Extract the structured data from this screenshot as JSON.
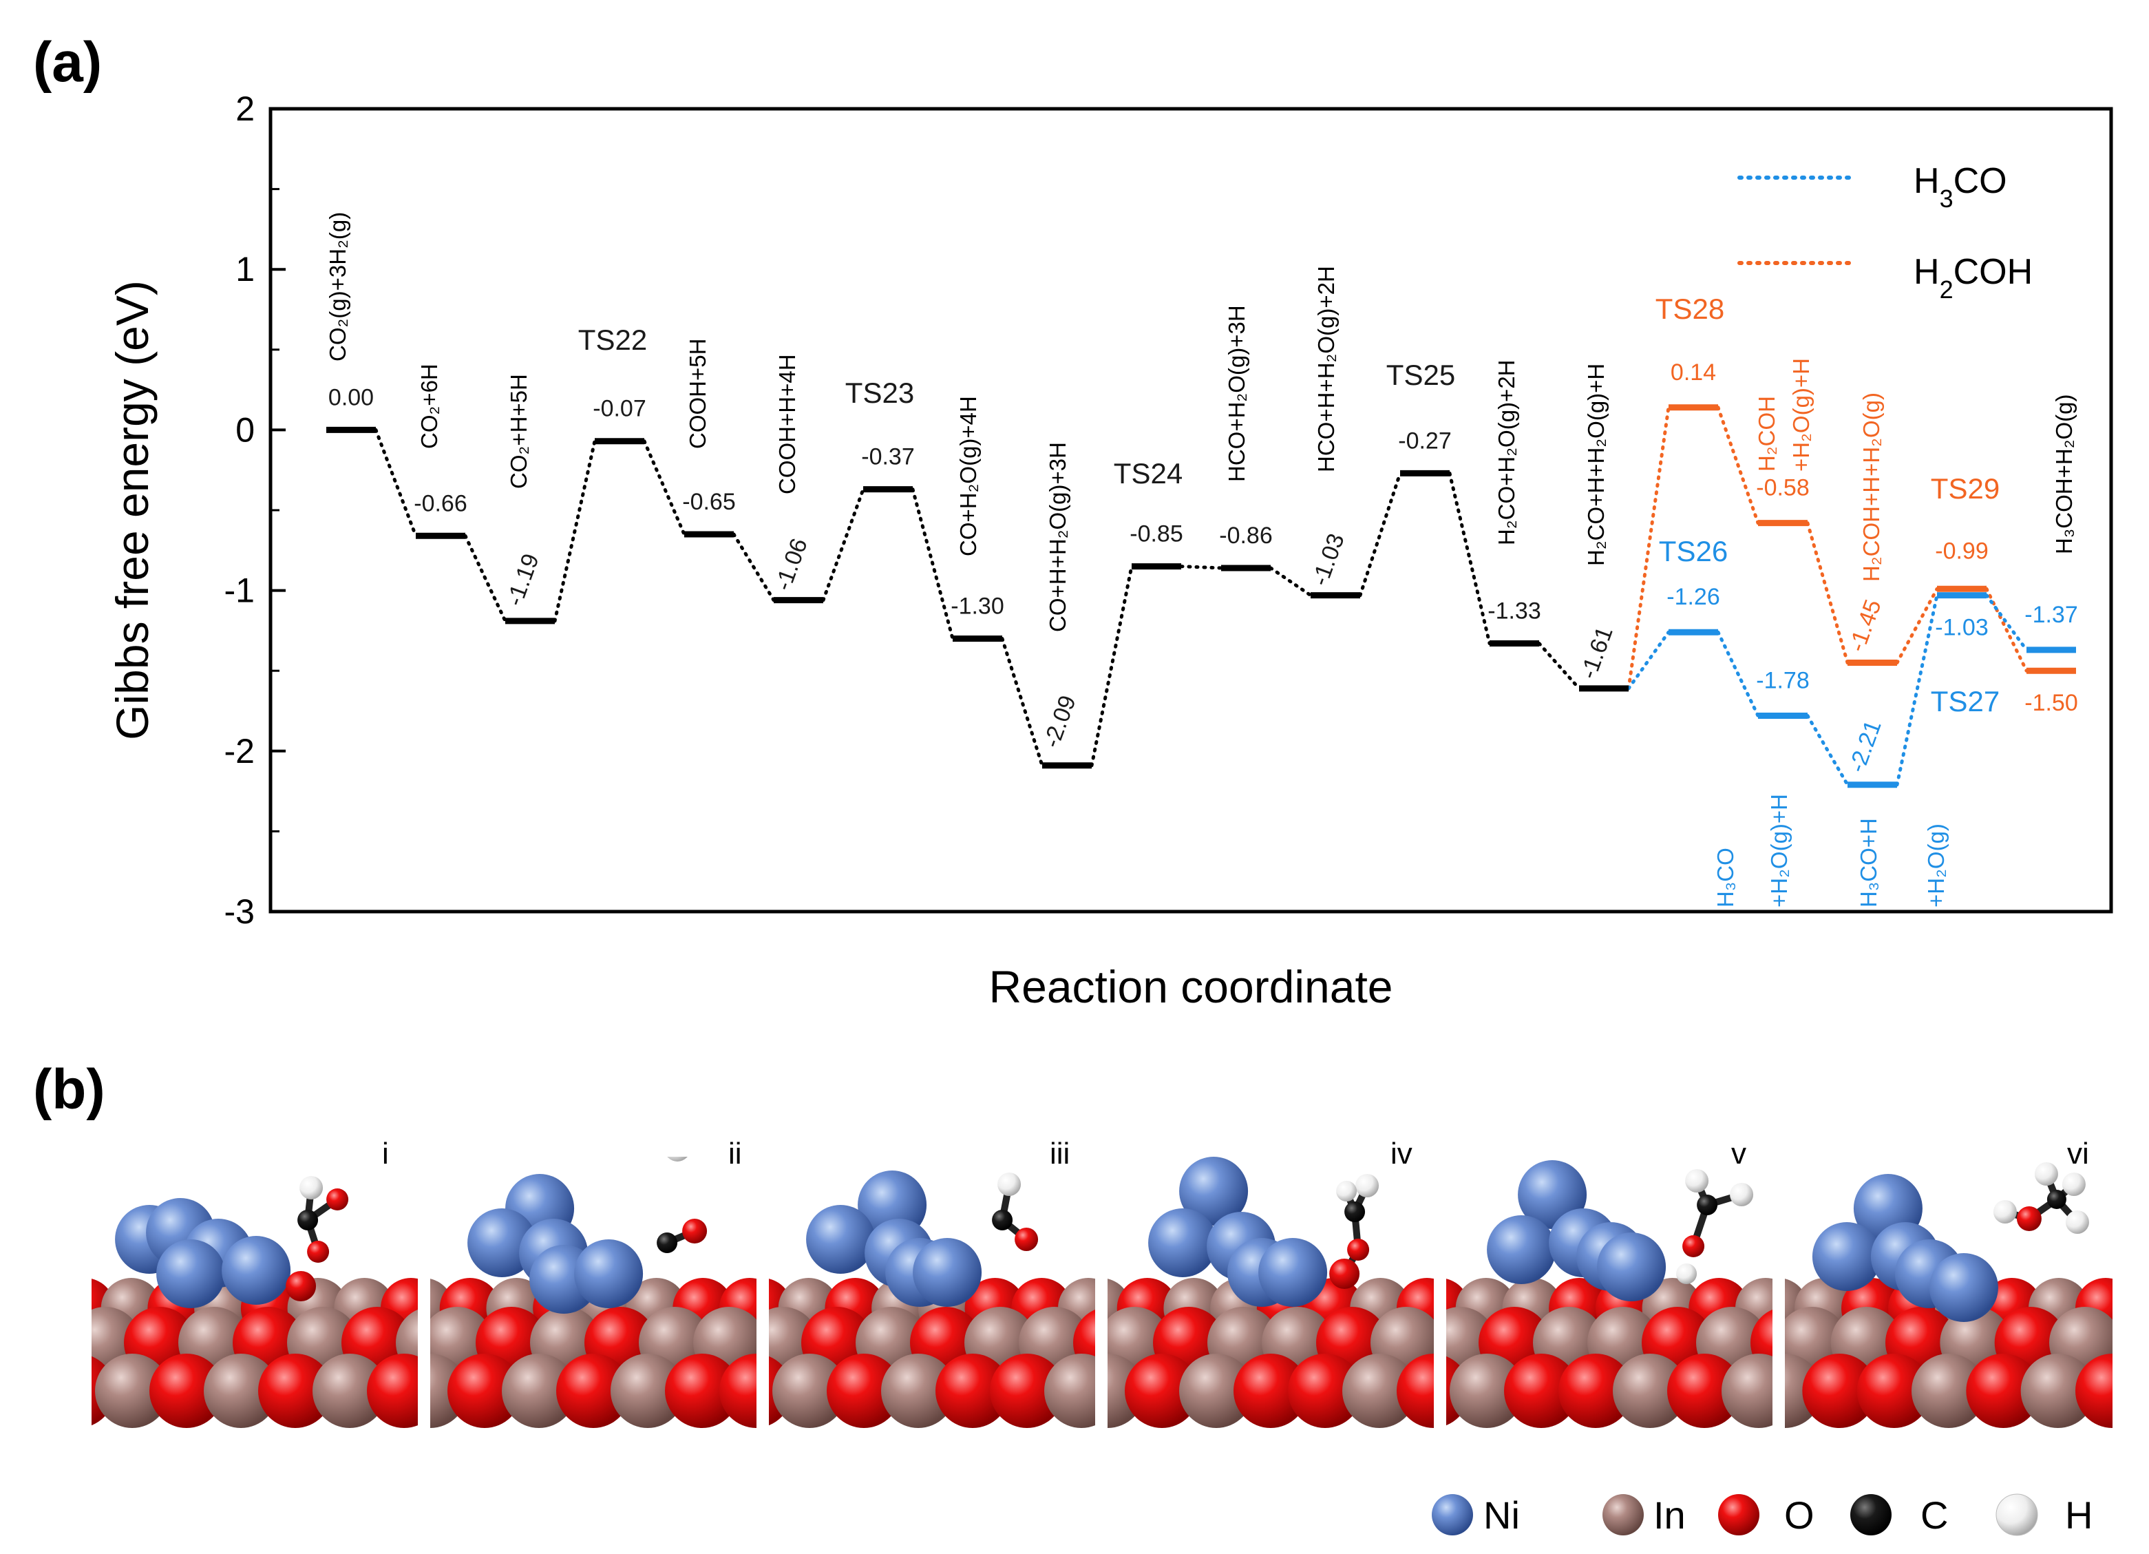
{
  "figure": {
    "panel_a_label": "(a)",
    "panel_b_label": "(b)"
  },
  "chart_data": {
    "type": "line",
    "ylabel": "Gibbs free energy (eV)",
    "xlabel": "Reaction coordinate",
    "ylim": [
      -3,
      2
    ],
    "yticks": [
      "2",
      "1",
      "0",
      "-1",
      "-2",
      "-3"
    ],
    "legend_position": "top-right",
    "legend": [
      {
        "main": "H",
        "sub": "3",
        "rest": "CO",
        "color": "#1f8fe5"
      },
      {
        "main": "H",
        "sub": "2",
        "rest": "COH",
        "color": "#f26522"
      }
    ],
    "levels": [
      {
        "pos": 1,
        "energy": 0.0,
        "label": "0.00",
        "branch": "main"
      },
      {
        "pos": 2,
        "energy": -0.66,
        "label": "-0.66",
        "branch": "main"
      },
      {
        "pos": 3,
        "energy": -1.19,
        "label": "-1.19",
        "branch": "main"
      },
      {
        "pos": 4,
        "energy": -0.07,
        "label": "-0.07",
        "branch": "main"
      },
      {
        "pos": 5,
        "energy": -0.65,
        "label": "-0.65",
        "branch": "main"
      },
      {
        "pos": 6,
        "energy": -1.06,
        "label": "-1.06",
        "branch": "main"
      },
      {
        "pos": 7,
        "energy": -0.37,
        "label": "-0.37",
        "branch": "main"
      },
      {
        "pos": 8,
        "energy": -1.3,
        "label": "-1.30",
        "branch": "main"
      },
      {
        "pos": 9,
        "energy": -2.09,
        "label": "-2.09",
        "branch": "main"
      },
      {
        "pos": 10,
        "energy": -0.85,
        "label": "-0.85",
        "branch": "main"
      },
      {
        "pos": 11,
        "energy": -0.86,
        "label": "-0.86",
        "branch": "main"
      },
      {
        "pos": 12,
        "energy": -1.03,
        "label": "-1.03",
        "branch": "main"
      },
      {
        "pos": 13,
        "energy": -0.27,
        "label": "-0.27",
        "branch": "main"
      },
      {
        "pos": 14,
        "energy": -1.33,
        "label": "-1.33",
        "branch": "main"
      },
      {
        "pos": 15,
        "energy": -1.61,
        "label": "-1.61",
        "branch": "main"
      },
      {
        "pos": 16,
        "energy": 0.14,
        "label": "0.14",
        "branch": "H2COH"
      },
      {
        "pos": 17,
        "energy": -0.58,
        "label": "-0.58",
        "branch": "H2COH"
      },
      {
        "pos": 18,
        "energy": -1.45,
        "label": "-1.45",
        "branch": "H2COH"
      },
      {
        "pos": 19,
        "energy": -0.99,
        "label": "-0.99",
        "branch": "H2COH"
      },
      {
        "pos": 20,
        "energy": -1.5,
        "label": "-1.50",
        "branch": "H2COH"
      },
      {
        "pos": 16,
        "energy": -1.26,
        "label": "-1.26",
        "branch": "H3CO"
      },
      {
        "pos": 17,
        "energy": -1.78,
        "label": "-1.78",
        "branch": "H3CO"
      },
      {
        "pos": 18,
        "energy": -2.21,
        "label": "-2.21",
        "branch": "H3CO"
      },
      {
        "pos": 19,
        "energy": -1.03,
        "label": "-1.03",
        "branch": "H3CO"
      },
      {
        "pos": 20,
        "energy": -1.37,
        "label": "-1.37",
        "branch": "H3CO"
      }
    ],
    "transition_states": [
      "TS22",
      "TS23",
      "TS24",
      "TS25",
      "TS26",
      "TS27",
      "TS28",
      "TS29"
    ],
    "states": {
      "s1": "CO₂(g)+3H₂(g)",
      "s2": "CO₂+6H",
      "s3": "CO₂+H+5H",
      "s5": "COOH+5H",
      "s6": "COOH+H+4H",
      "s8": "CO+H₂O(g)+4H",
      "s9": "CO+H+H₂O(g)+3H",
      "s11": "HCO+H₂O(g)+3H",
      "s12": "HCO+H+H₂O(g)+2H",
      "s14": "H₂CO+H₂O(g)+2H",
      "s15": "H₂CO+H+H₂O(g)+H",
      "o17a": "H₂COH",
      "o17b": "+H₂O(g)+H",
      "o18": "H₂COH+H+H₂O(g)",
      "s20": "H₃COH+H₂O(g)",
      "b17a": "H₃CO",
      "b17b": "+H₂O(g)+H",
      "b18a": "H₃CO+H",
      "b18b": "+H₂O(g)"
    }
  },
  "panel_b": {
    "frames": [
      "i",
      "ii",
      "iii",
      "iv",
      "v",
      "vi"
    ],
    "legend": [
      {
        "label": "Ni",
        "color": "#5b7fc7"
      },
      {
        "label": "In",
        "color": "#a07872"
      },
      {
        "label": "O",
        "color": "#e60000"
      },
      {
        "label": "C",
        "color": "#111111"
      },
      {
        "label": "H",
        "color": "#f2f2f2"
      }
    ]
  }
}
